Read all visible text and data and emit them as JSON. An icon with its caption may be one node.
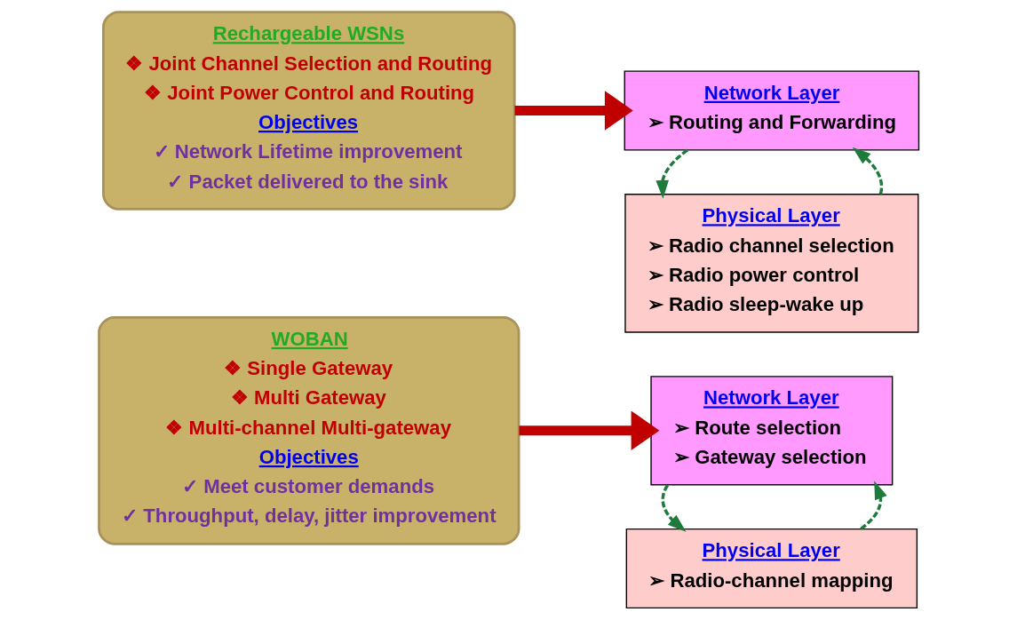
{
  "diagram": {
    "nodes": [
      {
        "text": [
          "WOBAN",
          "❖ Single Gateway",
          "❖ Multi Gateway",
          "❖ Multi-channel Multi-gateway",
          "Objectives",
          "✓ Meet customer demands",
          "✓ Throughput, delay, jitter improvement"
        ]
      },
      {
        "text": [
          "Network Layer",
          "➢ Route selection",
          "➢ Gateway selection"
        ]
      },
      {
        "text": [
          "Physical Layer",
          "➢ Radio-channel mapping"
        ]
      },
      {
        "text": [
          "Rechargeable WSNs",
          "❖ Joint Channel Selection and Routing",
          "❖ Joint Power Control and Routing",
          "Objectives",
          "✓ Network Lifetime improvement",
          "✓ Packet delivered to the sink"
        ]
      },
      {
        "text": [
          "Network Layer",
          "➢ Routing and Forwarding"
        ]
      },
      {
        "text": [
          "Physical Layer",
          "➢ Radio channel selection",
          "➢ Radio power control",
          "➢ Radio sleep-wake up"
        ]
      }
    ],
    "edges": [
      {
        "from": 0,
        "to": 1,
        "arrow": "to",
        "style": "thick",
        "color": "#c00000"
      },
      {
        "from": 2,
        "to": 1,
        "arrow": "to",
        "style": "dashed"
      },
      {
        "from": 1,
        "to": 2,
        "arrow": "to",
        "style": "dashed"
      },
      {
        "from": 3,
        "to": 4,
        "arrow": "to",
        "style": "thick",
        "color": "#c00000"
      },
      {
        "from": 5,
        "to": 4,
        "arrow": "to",
        "style": "dashed"
      },
      {
        "from": 4,
        "to": 5,
        "arrow": "to",
        "style": "dashed"
      }
    ]
  }
}
